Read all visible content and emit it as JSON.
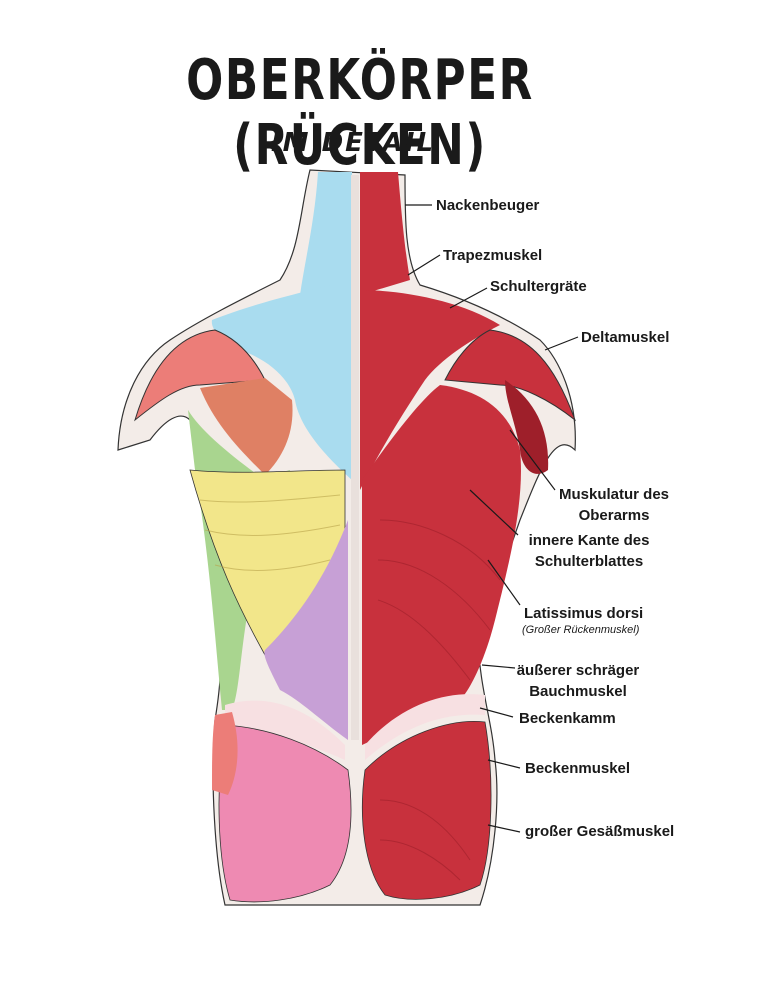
{
  "title": "OBERKÖRPER (RÜCKEN)",
  "subtitle": "IM DETAIL",
  "labels": {
    "nackenbeuger": "Nackenbeuger",
    "trapezmuskel": "Trapezmuskel",
    "schultergraete": "Schultergräte",
    "deltamuskel": "Deltamuskel",
    "oberarm_line1": "Muskulatur des",
    "oberarm_line2": "Oberarms",
    "schulterblatt_line1": "innere Kante des",
    "schulterblatt_line2": "Schulterblattes",
    "latissimus": "Latissimus dorsi",
    "latissimus_sub": "(Großer Rückenmuskel)",
    "bauchmuskel_line1": "äußerer schräger",
    "bauchmuskel_line2": "Bauchmuskel",
    "beckenkamm": "Beckenkamm",
    "beckenmuskel": "Beckenmuskel",
    "gesaessmuskel": "großer Gesäßmuskel"
  },
  "colors": {
    "muscle_red": "#c8313d",
    "muscle_dark": "#9e1f2a",
    "trapezius_blue": "#a9dcef",
    "deltoid_salmon": "#ec7d78",
    "infraspinatus_orange": "#df8064",
    "teres_green": "#a9d58f",
    "latissimus_yellow": "#f2e68a",
    "oblique_purple": "#c7a0d6",
    "gluteus_pink": "#ee8ab2"
  }
}
